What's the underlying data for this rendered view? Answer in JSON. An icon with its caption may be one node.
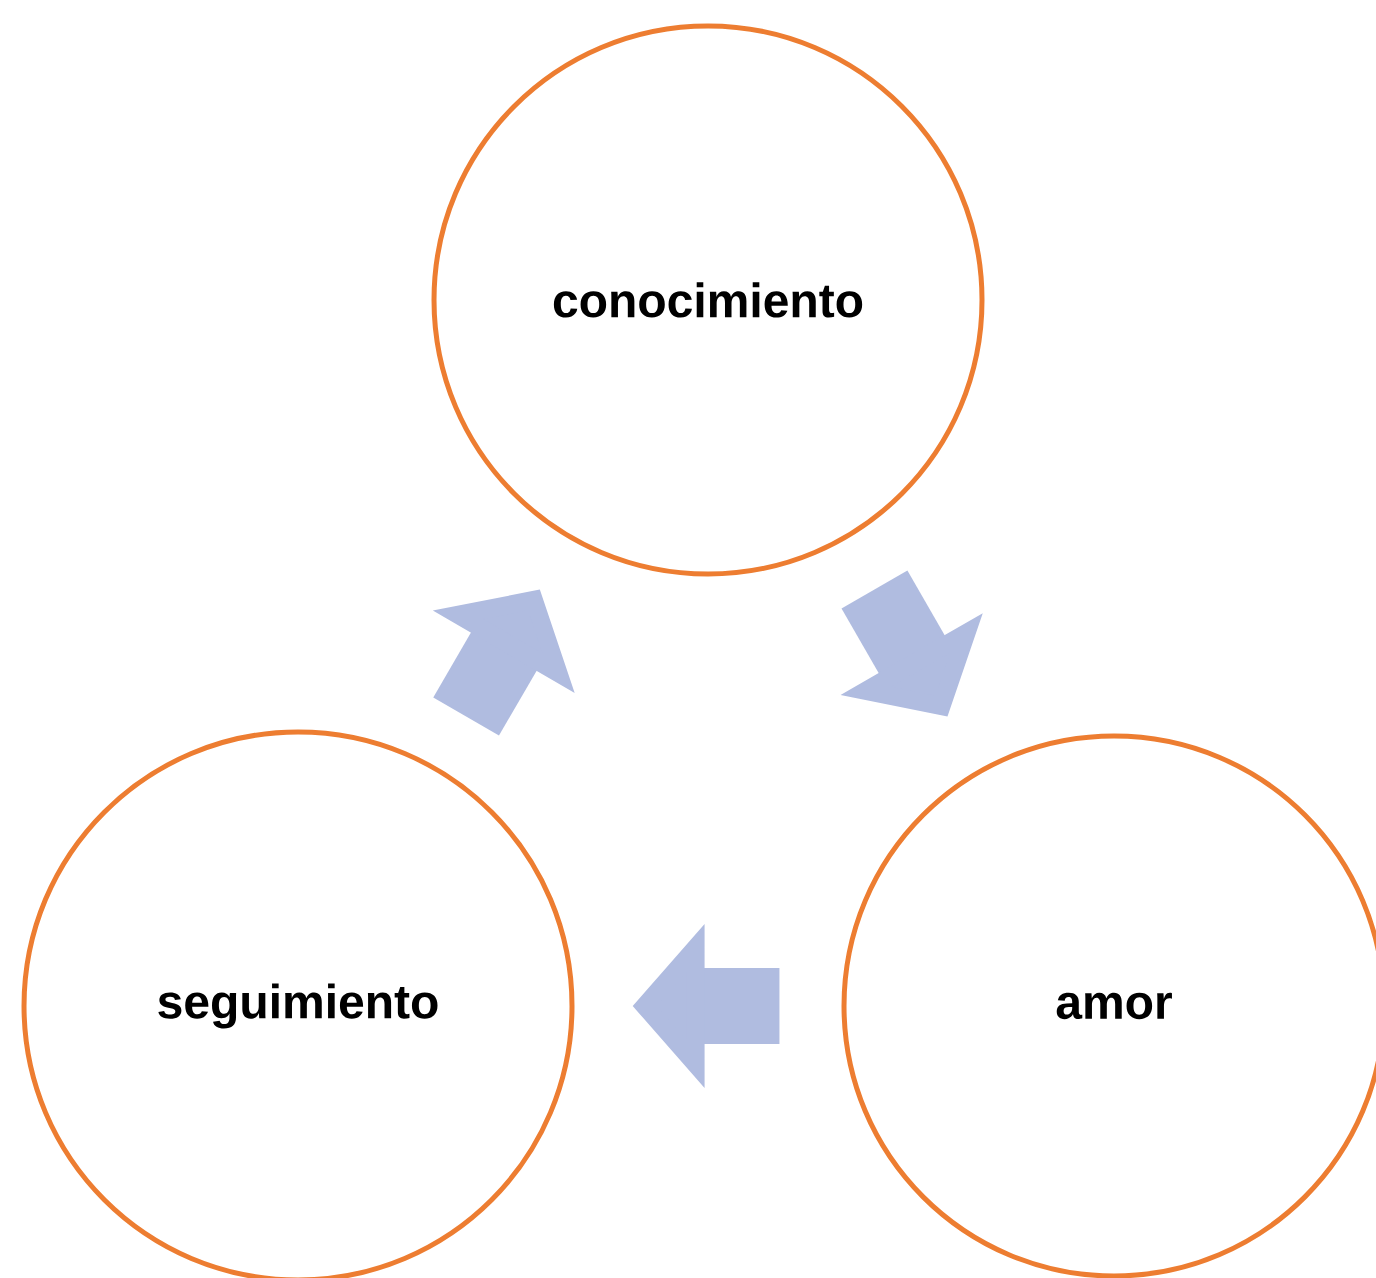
{
  "diagram": {
    "nodes": [
      {
        "text": [
          "conocimiento"
        ]
      },
      {
        "text": [
          "amor"
        ]
      },
      {
        "text": [
          "seguimiento"
        ]
      }
    ],
    "edges": [
      {
        "from": 0,
        "to": 1,
        "arrow": "to"
      },
      {
        "from": 1,
        "to": 2,
        "arrow": "to"
      },
      {
        "from": 2,
        "to": 0,
        "arrow": "to"
      }
    ]
  }
}
